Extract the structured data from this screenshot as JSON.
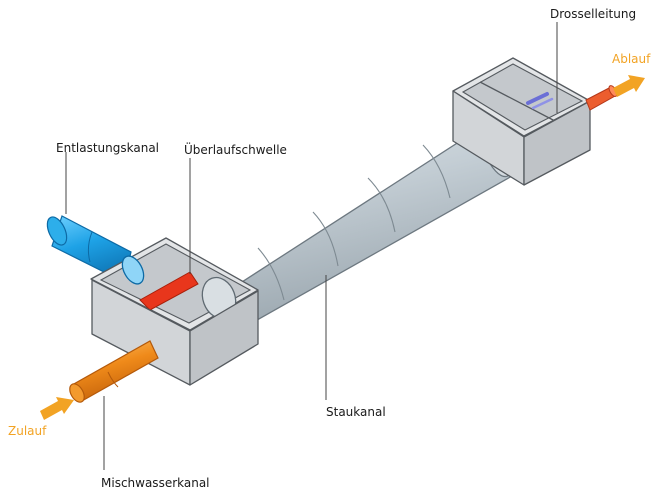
{
  "labels": {
    "drosselleitung": "Drosselleitung",
    "ablauf": "Ablauf",
    "entlastungskanal": "Entlastungskanal",
    "ueberlaufschwelle": "Überlaufschwelle",
    "staukanal": "Staukanal",
    "zulauf": "Zulauf",
    "mischwasserkanal": "Mischwasserkanal"
  },
  "colors": {
    "flow_arrow": "#f2a324",
    "overflow_weir": "#e8361c",
    "relief_pipe": "#1ea2e6",
    "inlet_pipe": "#ef8a1a",
    "outlet_pipe": "#ec5d2e",
    "throttle_pipe": "#6b6fd6",
    "storage_pipe": "#b9c4cc"
  }
}
